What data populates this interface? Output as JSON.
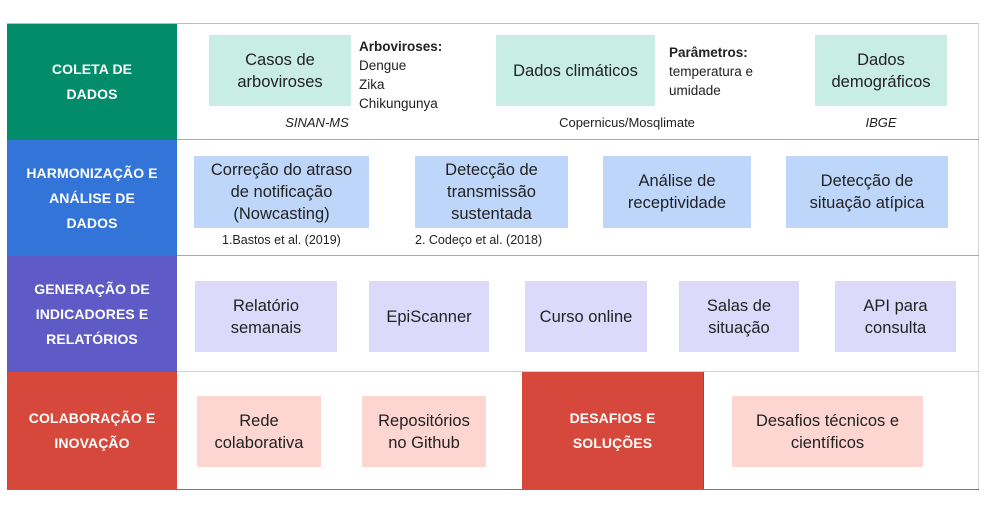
{
  "colors": {
    "row1_header": "#038c6a",
    "row2_header": "#3374d9",
    "row3_header": "#5f5bc6",
    "row4_header": "#d6483b",
    "row1_box": "#c8ede3",
    "row2_box": "#bfd6fb",
    "row3_box": "#ddd9fb",
    "row4_box": "#fdd6d2"
  },
  "rows": [
    {
      "header": "COLETA DE DADOS",
      "boxes": [
        {
          "label": "Casos de arboviroses"
        },
        {
          "label": "Dados climáticos"
        },
        {
          "label": "Dados demográficos"
        }
      ],
      "notes": [
        {
          "title": "Arboviroses:",
          "lines": [
            "Dengue",
            "Zika",
            "Chikungunya"
          ]
        },
        {
          "title": "Parâmetros:",
          "lines": [
            "temperatura e",
            "umidade"
          ]
        }
      ],
      "sources": [
        "SINAN-MS",
        "Copernicus/Mosqlimate",
        "IBGE"
      ]
    },
    {
      "header": "HARMONIZAÇÃO E ANÁLISE DE DADOS",
      "boxes": [
        {
          "label": "Correção do atraso de notificação (Nowcasting)"
        },
        {
          "label": "Detecção de transmissão sustentada"
        },
        {
          "label": "Análise de receptividade"
        },
        {
          "label": "Detecção de situação atípica"
        }
      ],
      "references": [
        "1.Bastos et al. (2019)",
        "2. Codeço et al. (2018)"
      ]
    },
    {
      "header": "GENERAÇÃO DE INDICADORES E RELATÓRIOS",
      "boxes": [
        {
          "label": "Relatório semanais"
        },
        {
          "label": "EpiScanner"
        },
        {
          "label": "Curso online"
        },
        {
          "label": "Salas de situação"
        },
        {
          "label": "API para consulta"
        }
      ]
    },
    {
      "header": "COLABORAÇÃO E INOVAÇÃO",
      "boxes": [
        {
          "label": "Rede colaborativa"
        },
        {
          "label": "Repositórios no Github"
        }
      ],
      "sub_header": "DESAFIOS E SOLUÇÕES",
      "sub_boxes": [
        {
          "label": "Desafios técnicos e científicos"
        }
      ]
    }
  ]
}
